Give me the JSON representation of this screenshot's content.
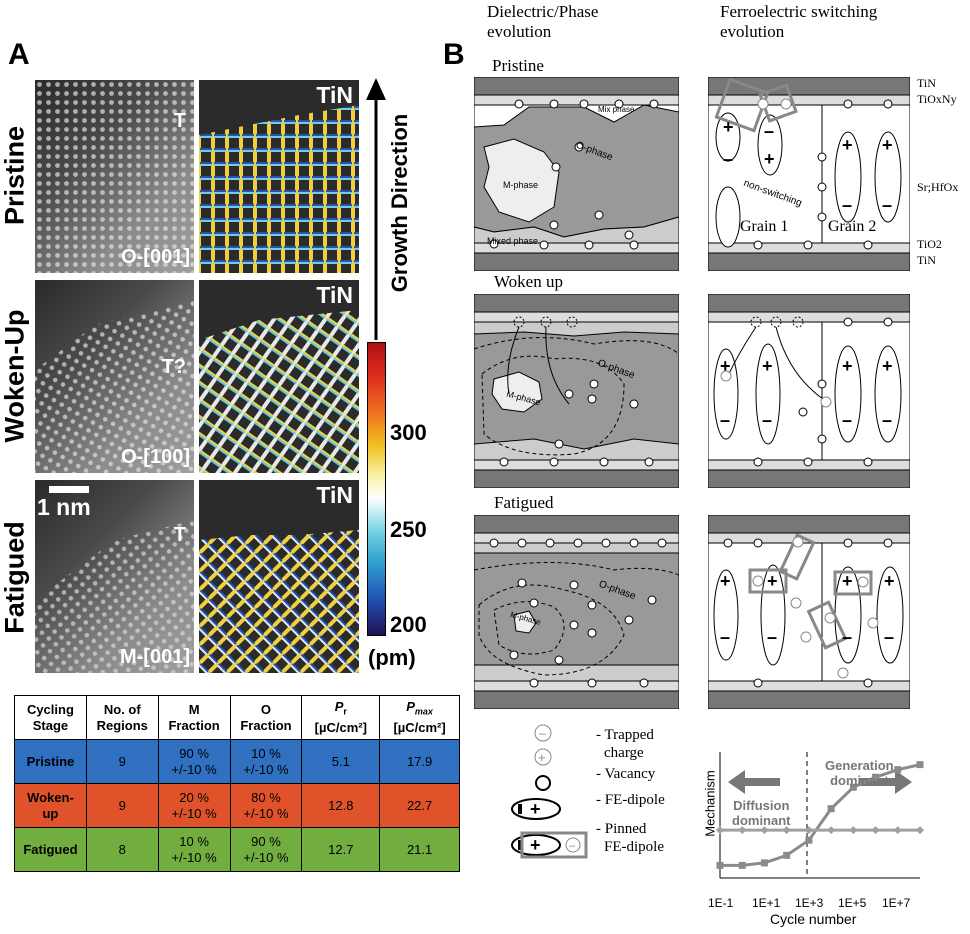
{
  "panel_a": {
    "letter": "A",
    "row_labels": [
      "Pristine",
      "Woken-Up",
      "Fatigued"
    ],
    "stem_tags": [
      "T",
      "T?",
      "T"
    ],
    "orientation_tags": [
      "O-[001]",
      "O-[100]",
      "M-[001]"
    ],
    "map_tag": "TiN",
    "scale_bar": "1 nm",
    "growth_direction": "Growth Direction",
    "colorbar": {
      "ticks": [
        "300",
        "250",
        "200"
      ],
      "unit": "(pm)",
      "colors": [
        "#b01010",
        "#e03020",
        "#f07820",
        "#f0c020",
        "#f8f0a0",
        "#ffffff",
        "#70d0e0",
        "#30a0d0",
        "#2050b0",
        "#201050"
      ]
    }
  },
  "table": {
    "headers": [
      "Cycling Stage",
      "No. of Regions",
      "M Fraction",
      "O Fraction",
      "Pr [µC/cm²]",
      "Pmax [µC/cm²]"
    ],
    "header_lines": [
      [
        "Cycling",
        "Stage"
      ],
      [
        "No. of",
        "Regions"
      ],
      [
        "M",
        "Fraction"
      ],
      [
        "O",
        "Fraction"
      ],
      [
        "P",
        "[µC/cm²]"
      ],
      [
        "P",
        "[µC/cm²]"
      ]
    ],
    "rows": [
      {
        "stage": "Pristine",
        "regions": "9",
        "m": "90 %",
        "m_err": "+/-10 %",
        "o": "10 %",
        "o_err": "+/-10 %",
        "pr": "5.1",
        "pmax": "17.9",
        "color": "#2f70c0"
      },
      {
        "stage_l1": "Woken-",
        "stage_l2": "up",
        "regions": "9",
        "m": "20 %",
        "m_err": "+/-10 %",
        "o": "80 %",
        "o_err": "+/-10 %",
        "pr": "12.8",
        "pmax": "22.7",
        "color": "#e0532a"
      },
      {
        "stage": "Fatigued",
        "regions": "8",
        "m": "10 %",
        "m_err": "+/-10 %",
        "o": "90 %",
        "o_err": "+/-10 %",
        "pr": "12.7",
        "pmax": "21.1",
        "color": "#72ad3f"
      }
    ],
    "sub_r": "r",
    "sub_max": "max"
  },
  "panel_b": {
    "letter": "B",
    "col1_title": [
      "Dielectric/Phase",
      "evolution"
    ],
    "col2_title": [
      "Ferroelectric switching",
      "evolution"
    ],
    "stages": [
      "Pristine",
      "Woken up",
      "Fatigued"
    ],
    "layer_labels": [
      "TiN",
      "TiOxNy",
      "Sr;HfOx",
      "TiO2",
      "TiN"
    ],
    "phase_labels": {
      "mix_phase": "Mix phase",
      "o_phase": "O-phase",
      "m_phase": "M-phase",
      "mixed_phase": "Mixed phase",
      "mphase_small": "M-phase",
      "o_phase_2": "O-phase",
      "o_phase_3": "O-phase",
      "m_phase_3": "M-phase"
    },
    "grain_labels": [
      "Grain 1",
      "Grain 2"
    ],
    "non_switching": "non-switching",
    "legend": [
      "- Trapped charge",
      "- Vacancy",
      "- FE-dipole",
      "- Pinned FE-dipole"
    ],
    "legend_lines": [
      "- Trapped",
      "charge",
      "- Vacancy",
      "- FE-dipole",
      "- Pinned",
      "FE-dipole"
    ]
  },
  "mechanism_chart": {
    "type": "line",
    "xlabel": "Cycle number",
    "ylabel": "Mechanism",
    "x_ticks": [
      "1E-1",
      "1E+1",
      "1E+3",
      "1E+5",
      "1E+7"
    ],
    "annotations": [
      "Generation dominant",
      "Diffusion dominant"
    ],
    "annotation_lines": [
      [
        "Generation",
        "dominant"
      ],
      [
        "Diffusion",
        "dominant"
      ]
    ],
    "divider_at": "1E+3",
    "series": [
      {
        "x": [
          0.1,
          1,
          10,
          100,
          1000,
          10000,
          100000,
          1000000,
          10000000,
          100000000
        ],
        "y": [
          0.1,
          0.1,
          0.12,
          0.18,
          0.3,
          0.55,
          0.72,
          0.8,
          0.86,
          0.9
        ],
        "color": "#8a8a8a",
        "marker": "square"
      },
      {
        "x": [
          0.1,
          1,
          10,
          100,
          1000,
          10000,
          100000,
          1000000,
          10000000,
          100000000
        ],
        "y": [
          0.38,
          0.38,
          0.38,
          0.38,
          0.38,
          0.38,
          0.38,
          0.38,
          0.38,
          0.38
        ],
        "color": "#a0a0a0",
        "marker": "diamond"
      }
    ]
  }
}
